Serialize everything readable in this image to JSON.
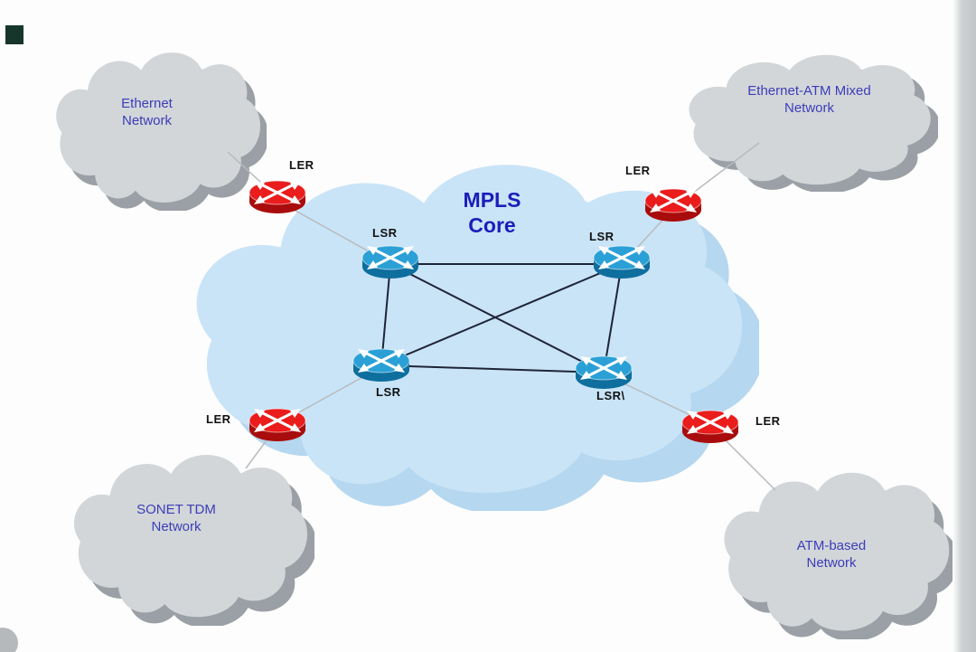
{
  "page": {
    "title": "MPLS network diagram"
  },
  "core": {
    "label": "MPLS\nCore"
  },
  "clouds": {
    "ethernet": {
      "label": "Ethernet\nNetwork"
    },
    "ethernet_atm": {
      "label": "Ethernet-ATM Mixed\nNetwork"
    },
    "sonet": {
      "label": "SONET TDM\nNetwork"
    },
    "atm": {
      "label": "ATM-based\nNetwork"
    }
  },
  "routers": {
    "ler_top_left": {
      "label": "LER"
    },
    "ler_top_right": {
      "label": "LER"
    },
    "ler_bottom_left": {
      "label": "LER"
    },
    "ler_bottom_right": {
      "label": "LER"
    },
    "lsr_top_left": {
      "label": "LSR"
    },
    "lsr_top_right": {
      "label": "LSR"
    },
    "lsr_bottom_left": {
      "label": "LSR"
    },
    "lsr_bottom_right": {
      "label": "LSR\\"
    }
  },
  "colors": {
    "page_bg": "#fdfdfd",
    "core_cloud": "#c9e4f7",
    "core_cloud_shadow": "#b5d7ef",
    "edge_cloud": "#d2d6d9",
    "edge_cloud_shadow": "#9aa0a5",
    "label_blue": "#3d3db8",
    "core_label_blue": "#1d1dbb",
    "router_red": "#ea1c1c",
    "router_red_dark": "#a90c0c",
    "router_blue": "#2ba0d6",
    "router_blue_dark": "#0e6e9e",
    "line_dark": "#1f2437",
    "line_light": "#b7bbbd"
  }
}
